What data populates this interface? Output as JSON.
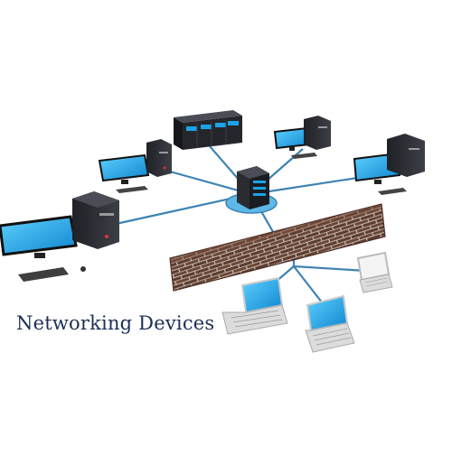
{
  "caption": "Networking Devices",
  "colors": {
    "cable": "#3d83b3",
    "screen": "#1aa3ea",
    "case": "#2a2c31",
    "brick": "#5c3b2e",
    "mortar": "#c9c1b8",
    "hub": "#5db8e8",
    "caption": "#1b2f55"
  },
  "devices": [
    {
      "name": "central-hub-server",
      "kind": "hub-server"
    },
    {
      "name": "rack-server",
      "kind": "rack-server"
    },
    {
      "name": "desktop-computer-top-left",
      "kind": "desktop"
    },
    {
      "name": "desktop-computer-top-right",
      "kind": "desktop"
    },
    {
      "name": "desktop-computer-right",
      "kind": "desktop"
    },
    {
      "name": "desktop-computer-left-large",
      "kind": "desktop"
    },
    {
      "name": "firewall-brick-wall",
      "kind": "firewall"
    },
    {
      "name": "laptop-left",
      "kind": "laptop"
    },
    {
      "name": "laptop-center",
      "kind": "laptop"
    },
    {
      "name": "laptop-right",
      "kind": "laptop"
    }
  ]
}
